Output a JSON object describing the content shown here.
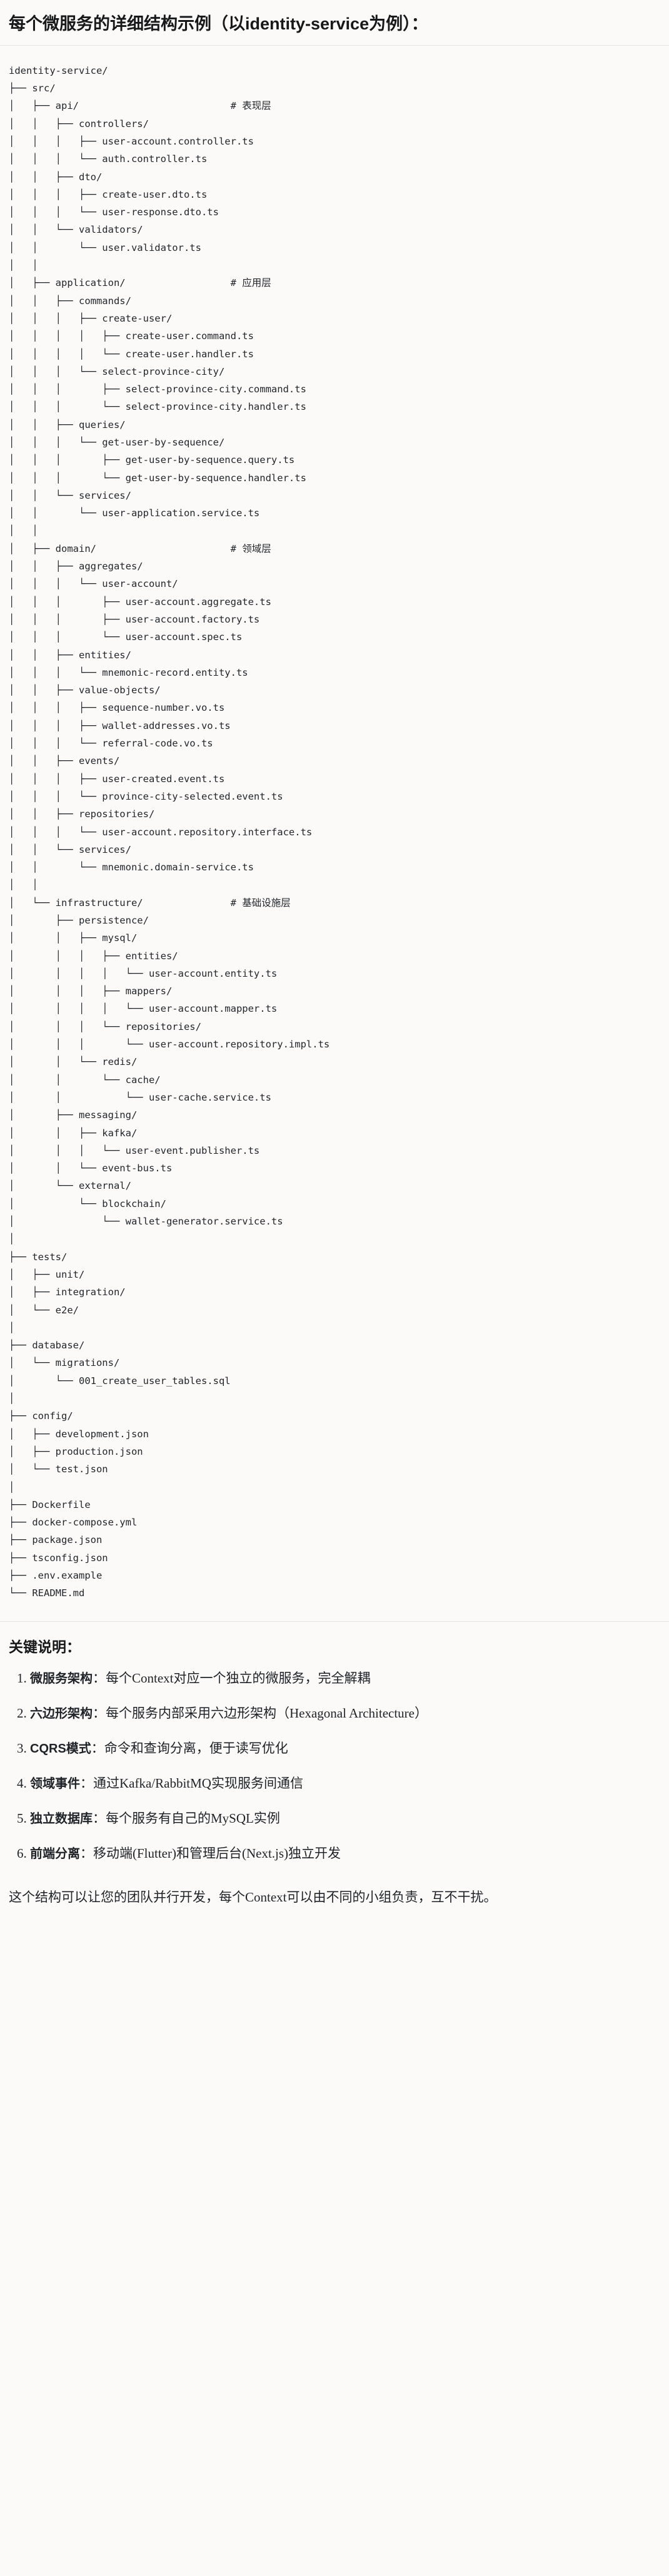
{
  "heading": {
    "text": "每个微服务的详细结构示例（以identity-service为例）："
  },
  "tree": {
    "root": "identity-service/",
    "lines": [
      "identity-service/",
      "├── src/",
      "│   ├── api/                          # 表现层",
      "│   │   ├── controllers/",
      "│   │   │   ├── user-account.controller.ts",
      "│   │   │   └── auth.controller.ts",
      "│   │   ├── dto/",
      "│   │   │   ├── create-user.dto.ts",
      "│   │   │   └── user-response.dto.ts",
      "│   │   └── validators/",
      "│   │       └── user.validator.ts",
      "│   │",
      "│   ├── application/                  # 应用层",
      "│   │   ├── commands/",
      "│   │   │   ├── create-user/",
      "│   │   │   │   ├── create-user.command.ts",
      "│   │   │   │   └── create-user.handler.ts",
      "│   │   │   └── select-province-city/",
      "│   │   │       ├── select-province-city.command.ts",
      "│   │   │       └── select-province-city.handler.ts",
      "│   │   ├── queries/",
      "│   │   │   └── get-user-by-sequence/",
      "│   │   │       ├── get-user-by-sequence.query.ts",
      "│   │   │       └── get-user-by-sequence.handler.ts",
      "│   │   └── services/",
      "│   │       └── user-application.service.ts",
      "│   │",
      "│   ├── domain/                       # 领域层",
      "│   │   ├── aggregates/",
      "│   │   │   └── user-account/",
      "│   │   │       ├── user-account.aggregate.ts",
      "│   │   │       ├── user-account.factory.ts",
      "│   │   │       └── user-account.spec.ts",
      "│   │   ├── entities/",
      "│   │   │   └── mnemonic-record.entity.ts",
      "│   │   ├── value-objects/",
      "│   │   │   ├── sequence-number.vo.ts",
      "│   │   │   ├── wallet-addresses.vo.ts",
      "│   │   │   └── referral-code.vo.ts",
      "│   │   ├── events/",
      "│   │   │   ├── user-created.event.ts",
      "│   │   │   └── province-city-selected.event.ts",
      "│   │   ├── repositories/",
      "│   │   │   └── user-account.repository.interface.ts",
      "│   │   └── services/",
      "│   │       └── mnemonic.domain-service.ts",
      "│   │",
      "│   └── infrastructure/               # 基础设施层",
      "│       ├── persistence/",
      "│       │   ├── mysql/",
      "│       │   │   ├── entities/",
      "│       │   │   │   └── user-account.entity.ts",
      "│       │   │   ├── mappers/",
      "│       │   │   │   └── user-account.mapper.ts",
      "│       │   │   └── repositories/",
      "│       │   │       └── user-account.repository.impl.ts",
      "│       │   └── redis/",
      "│       │       └── cache/",
      "│       │           └── user-cache.service.ts",
      "│       ├── messaging/",
      "│       │   ├── kafka/",
      "│       │   │   └── user-event.publisher.ts",
      "│       │   └── event-bus.ts",
      "│       └── external/",
      "│           └── blockchain/",
      "│               └── wallet-generator.service.ts",
      "│",
      "├── tests/",
      "│   ├── unit/",
      "│   ├── integration/",
      "│   └── e2e/",
      "│",
      "├── database/",
      "│   └── migrations/",
      "│       └── 001_create_user_tables.sql",
      "│",
      "├── config/",
      "│   ├── development.json",
      "│   ├── production.json",
      "│   └── test.json",
      "│",
      "├── Dockerfile",
      "├── docker-compose.yml",
      "├── package.json",
      "├── tsconfig.json",
      "├── .env.example",
      "└── README.md"
    ],
    "layer_comments": [
      "# 表现层",
      "# 应用层",
      "# 领域层",
      "# 基础设施层"
    ]
  },
  "keypoints": {
    "title": "关键说明：",
    "items": [
      {
        "term": "微服务架构",
        "sep": "：",
        "desc": "每个Context对应一个独立的微服务，完全解耦"
      },
      {
        "term": "六边形架构",
        "sep": "：",
        "desc": "每个服务内部采用六边形架构（Hexagonal Architecture）"
      },
      {
        "term": "CQRS模式",
        "sep": "：",
        "desc": "命令和查询分离，便于读写优化"
      },
      {
        "term": "领域事件",
        "sep": "：",
        "desc": "通过Kafka/RabbitMQ实现服务间通信"
      },
      {
        "term": "独立数据库",
        "sep": "：",
        "desc": "每个服务有自己的MySQL实例"
      },
      {
        "term": "前端分离",
        "sep": "：",
        "desc": "移动端(Flutter)和管理后台(Next.js)独立开发"
      }
    ]
  },
  "closing": {
    "text": "这个结构可以让您的团队并行开发，每个Context可以由不同的小组负责，互不干扰。"
  }
}
